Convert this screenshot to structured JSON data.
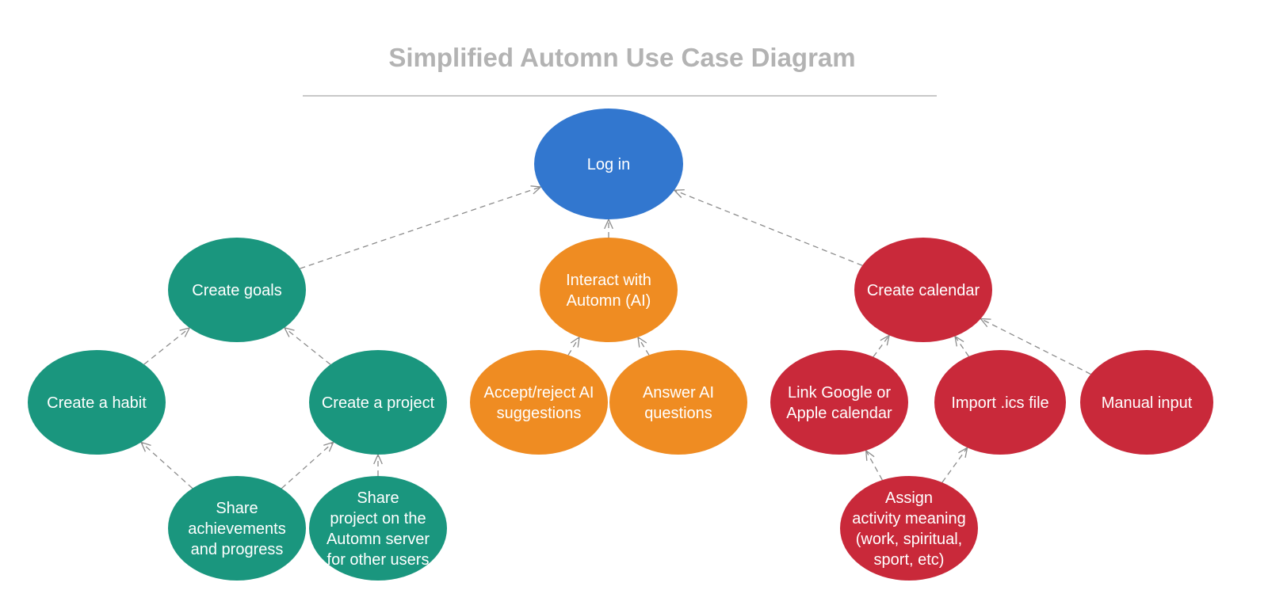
{
  "diagram": {
    "title": "Simplified Automn Use Case Diagram",
    "colors": {
      "blue": "#3277cf",
      "green": "#1a967e",
      "orange": "#ef8c22",
      "red": "#c9293a",
      "edge": "#8c8c8c",
      "title": "#b3b3b3",
      "divider": "#c8c8c8"
    },
    "nodes": [
      {
        "id": "login",
        "color": "blue",
        "lines": [
          "Log in"
        ]
      },
      {
        "id": "create-goals",
        "color": "green",
        "lines": [
          "Create goals"
        ]
      },
      {
        "id": "create-habit",
        "color": "green",
        "lines": [
          "Create a habit"
        ]
      },
      {
        "id": "create-project",
        "color": "green",
        "lines": [
          "Create a project"
        ]
      },
      {
        "id": "share-achievements",
        "color": "green",
        "lines": [
          "Share",
          "achievements",
          "and progress"
        ]
      },
      {
        "id": "share-project",
        "color": "green",
        "lines": [
          "Share",
          "project on the",
          "Automn server",
          "for other users"
        ]
      },
      {
        "id": "interact-ai",
        "color": "orange",
        "lines": [
          "Interact with",
          "Automn (AI)"
        ]
      },
      {
        "id": "accept-reject",
        "color": "orange",
        "lines": [
          "Accept/reject AI",
          "suggestions"
        ]
      },
      {
        "id": "answer-ai",
        "color": "orange",
        "lines": [
          "Answer AI",
          "questions"
        ]
      },
      {
        "id": "create-calendar",
        "color": "red",
        "lines": [
          "Create calendar"
        ]
      },
      {
        "id": "link-calendar",
        "color": "red",
        "lines": [
          "Link Google or",
          "Apple calendar"
        ]
      },
      {
        "id": "import-ics",
        "color": "red",
        "lines": [
          "Import .ics file"
        ]
      },
      {
        "id": "manual-input",
        "color": "red",
        "lines": [
          "Manual input"
        ]
      },
      {
        "id": "assign-meaning",
        "color": "red",
        "lines": [
          "Assign",
          "activity meaning",
          "(work, spiritual,",
          "sport, etc)"
        ]
      }
    ],
    "edges": [
      {
        "from": "create-goals",
        "to": "login"
      },
      {
        "from": "interact-ai",
        "to": "login"
      },
      {
        "from": "create-calendar",
        "to": "login"
      },
      {
        "from": "create-habit",
        "to": "create-goals"
      },
      {
        "from": "create-project",
        "to": "create-goals"
      },
      {
        "from": "share-achievements",
        "to": "create-habit"
      },
      {
        "from": "share-achievements",
        "to": "create-project"
      },
      {
        "from": "share-project",
        "to": "create-project"
      },
      {
        "from": "accept-reject",
        "to": "interact-ai"
      },
      {
        "from": "answer-ai",
        "to": "interact-ai"
      },
      {
        "from": "link-calendar",
        "to": "create-calendar"
      },
      {
        "from": "import-ics",
        "to": "create-calendar"
      },
      {
        "from": "manual-input",
        "to": "create-calendar"
      },
      {
        "from": "assign-meaning",
        "to": "link-calendar"
      },
      {
        "from": "assign-meaning",
        "to": "import-ics"
      }
    ]
  }
}
